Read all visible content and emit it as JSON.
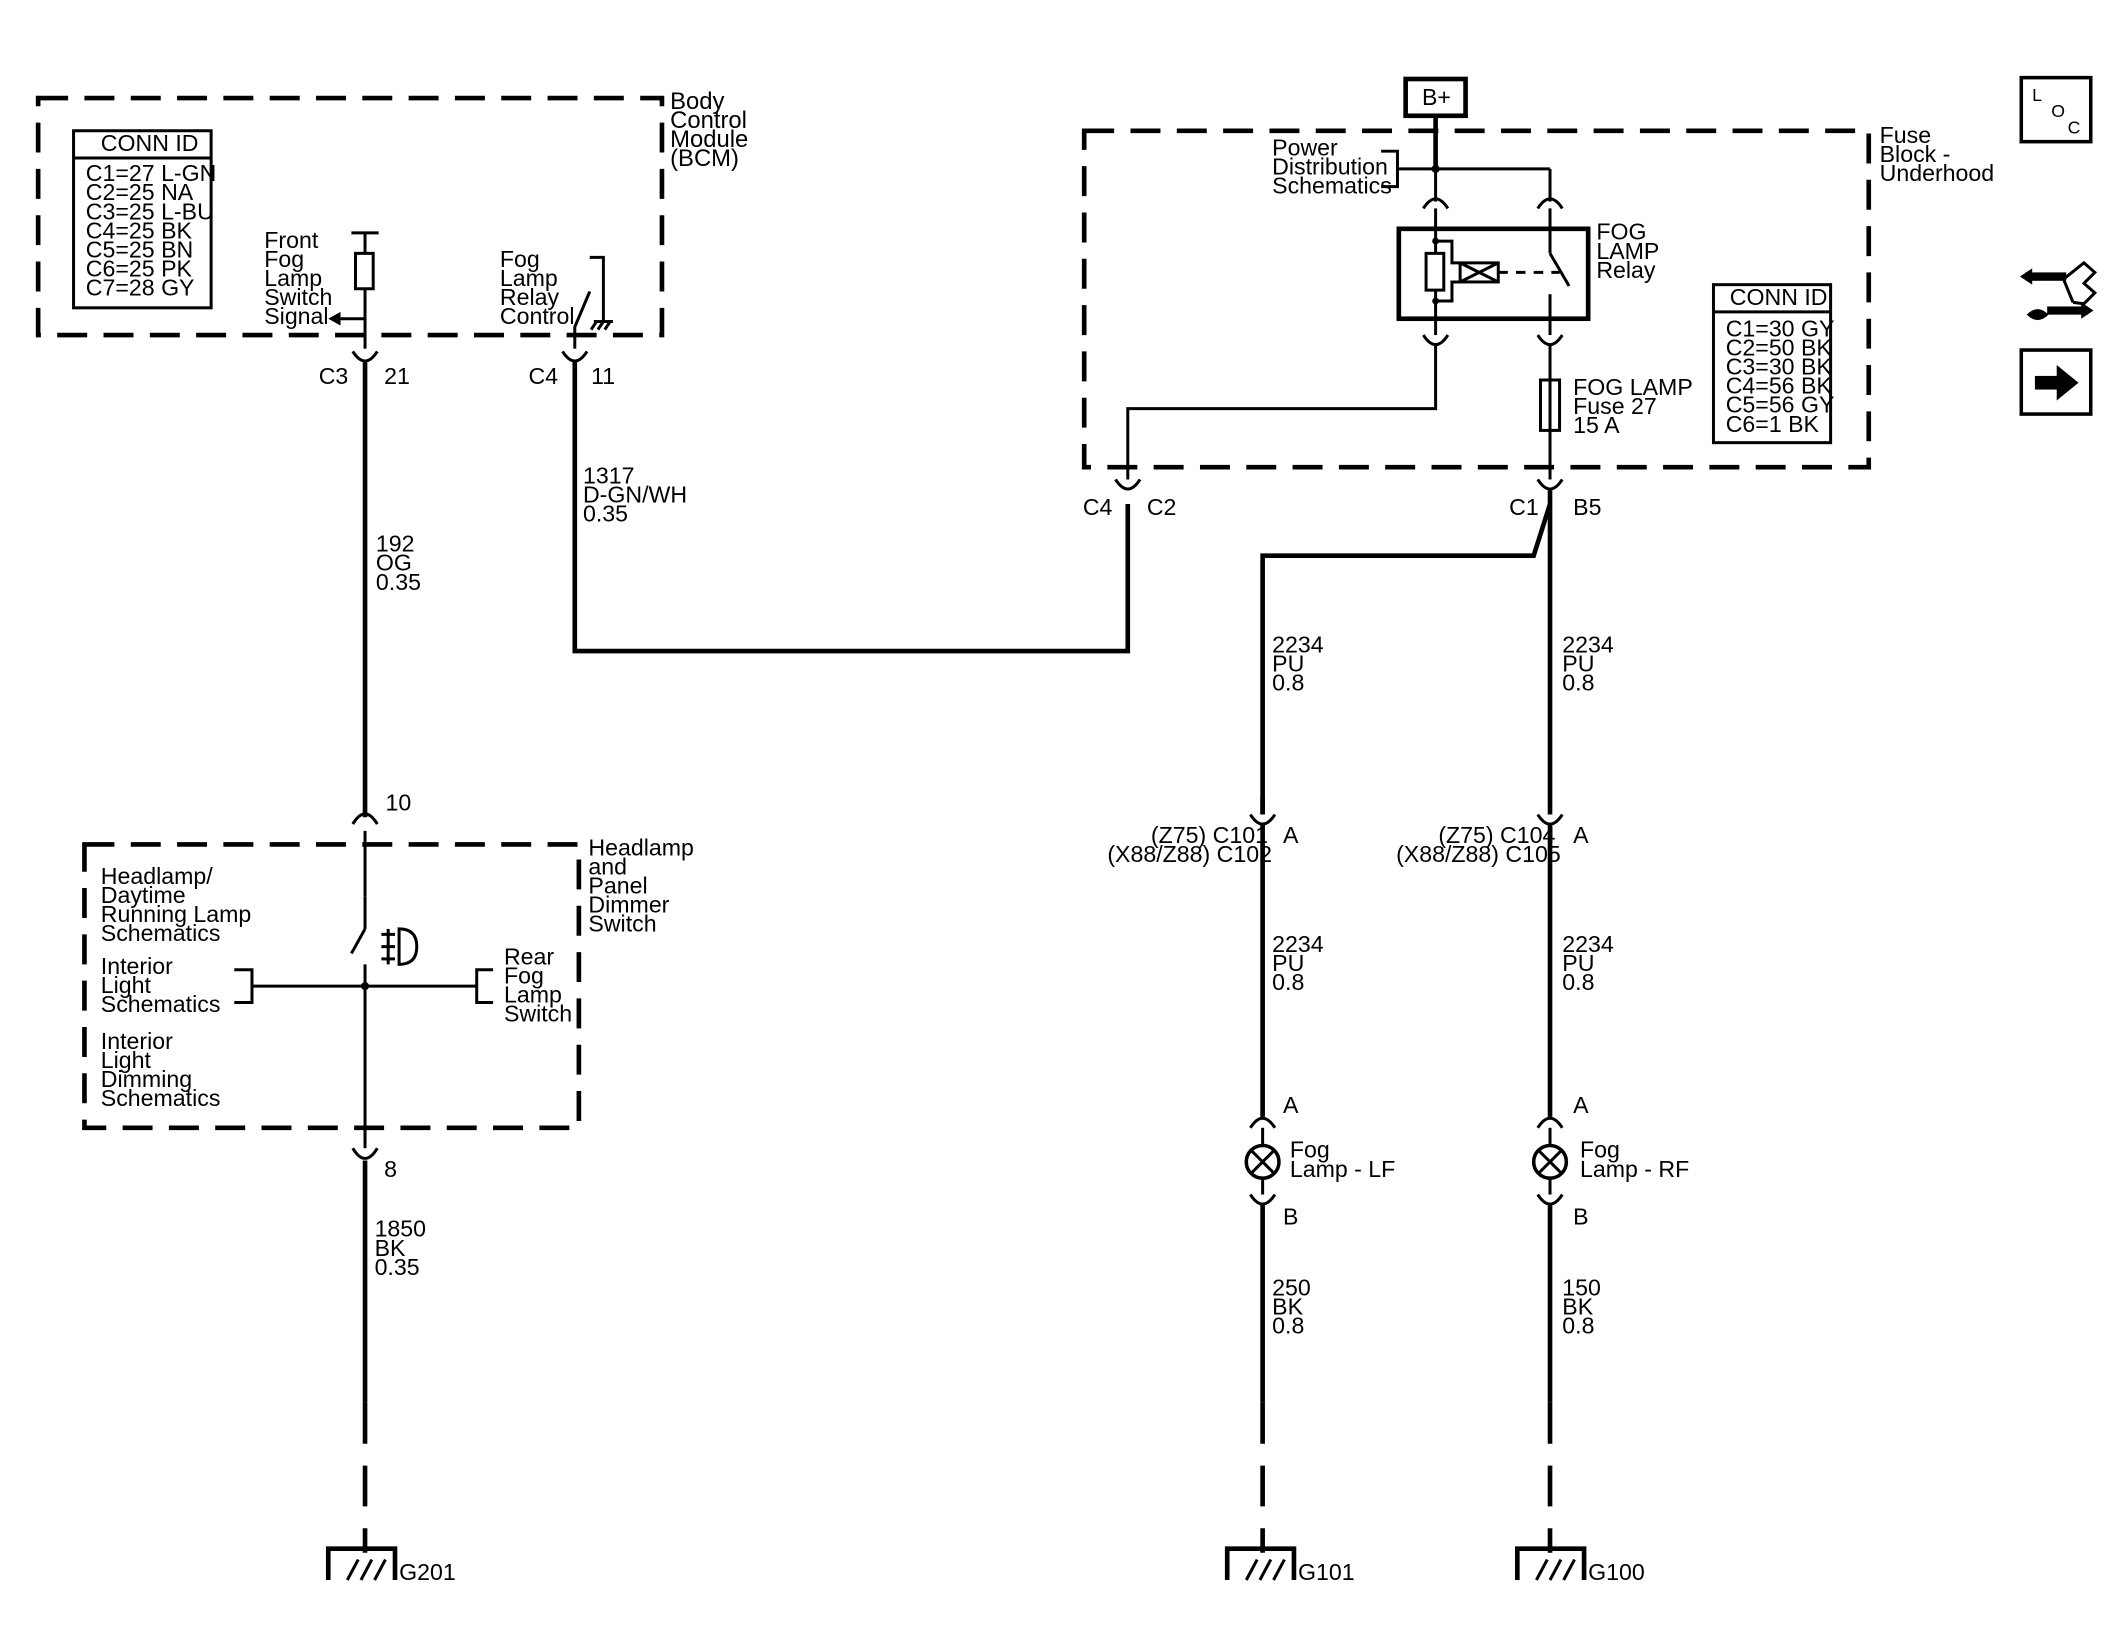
{
  "bcm": {
    "title": [
      "Body",
      "Control",
      "Module",
      "(BCM)"
    ],
    "conn_id": {
      "header": "CONN ID",
      "rows": [
        "C1=27 L-GN",
        "C2=25 NA",
        "C3=25 L-BU",
        "C4=25 BK",
        "C5=25 BN",
        "C6=25 PK",
        "C7=28 GY"
      ]
    },
    "front_fog_signal": [
      "Front",
      "Fog",
      "Lamp",
      "Switch",
      "Signal"
    ],
    "relay_control": [
      "Fog",
      "Lamp",
      "Relay",
      "Control"
    ],
    "pin_c3_conn": "C3",
    "pin_c3_num": "21",
    "pin_c4_conn": "C4",
    "pin_c4_num": "11"
  },
  "wires": {
    "w192": [
      "192",
      "OG",
      "0.35"
    ],
    "w1317": [
      "1317",
      "D-GN/WH",
      "0.35"
    ],
    "w2234_l1": [
      "2234",
      "PU",
      "0.8"
    ],
    "w2234_r1": [
      "2234",
      "PU",
      "0.8"
    ],
    "w2234_l2": [
      "2234",
      "PU",
      "0.8"
    ],
    "w2234_r2": [
      "2234",
      "PU",
      "0.8"
    ],
    "w1850": [
      "1850",
      "BK",
      "0.35"
    ],
    "w250": [
      "250",
      "BK",
      "0.8"
    ],
    "w150": [
      "150",
      "BK",
      "0.8"
    ]
  },
  "headlamp_switch": {
    "title": [
      "Headlamp",
      "and",
      "Panel",
      "Dimmer",
      "Switch"
    ],
    "pin_top": "10",
    "pin_bottom": "8",
    "ref_headlamp": [
      "Headlamp/",
      "Daytime",
      "Running Lamp",
      "Schematics"
    ],
    "ref_interior": [
      "Interior",
      "Light",
      "Schematics"
    ],
    "ref_dimming": [
      "Interior",
      "Light",
      "Dimming",
      "Schematics"
    ],
    "rear_fog": [
      "Rear",
      "Fog",
      "Lamp",
      "Switch"
    ]
  },
  "fuse_block": {
    "title": [
      "Fuse",
      "Block -",
      "Underhood"
    ],
    "battery": "B+",
    "power_dist": [
      "Power",
      "Distribution",
      "Schematics"
    ],
    "relay_label": [
      "FOG",
      "LAMP",
      "Relay"
    ],
    "fuse_label": [
      "FOG LAMP",
      "Fuse 27",
      "15 A"
    ],
    "conn_id": {
      "header": "CONN ID",
      "rows": [
        "C1=30 GY",
        "C2=50 BK",
        "C3=30 BK",
        "C4=56 BK",
        "C5=56 GY",
        "C6=1 BK"
      ]
    },
    "pin_c4_conn": "C4",
    "pin_c2_num": "C2",
    "pin_c1_conn": "C1",
    "pin_b5_num": "B5"
  },
  "lamps": {
    "lf": {
      "conn_line1": "(Z75) C101",
      "conn_line2": "(X88/Z88) C102",
      "conn_pin": "A",
      "pin_a": "A",
      "pin_b": "B",
      "label": [
        "Fog",
        "Lamp - LF"
      ]
    },
    "rf": {
      "conn_line1": "(Z75) C104",
      "conn_line2": "(X88/Z88) C105",
      "conn_pin": "A",
      "pin_a": "A",
      "pin_b": "B",
      "label": [
        "Fog",
        "Lamp - RF"
      ]
    }
  },
  "grounds": {
    "g201": "G201",
    "g101": "G101",
    "g100": "G100"
  },
  "nav": {
    "loc_icon": "loc-icon",
    "component_icon": "component-locator-icon",
    "next_icon": "arrow-right-icon"
  }
}
